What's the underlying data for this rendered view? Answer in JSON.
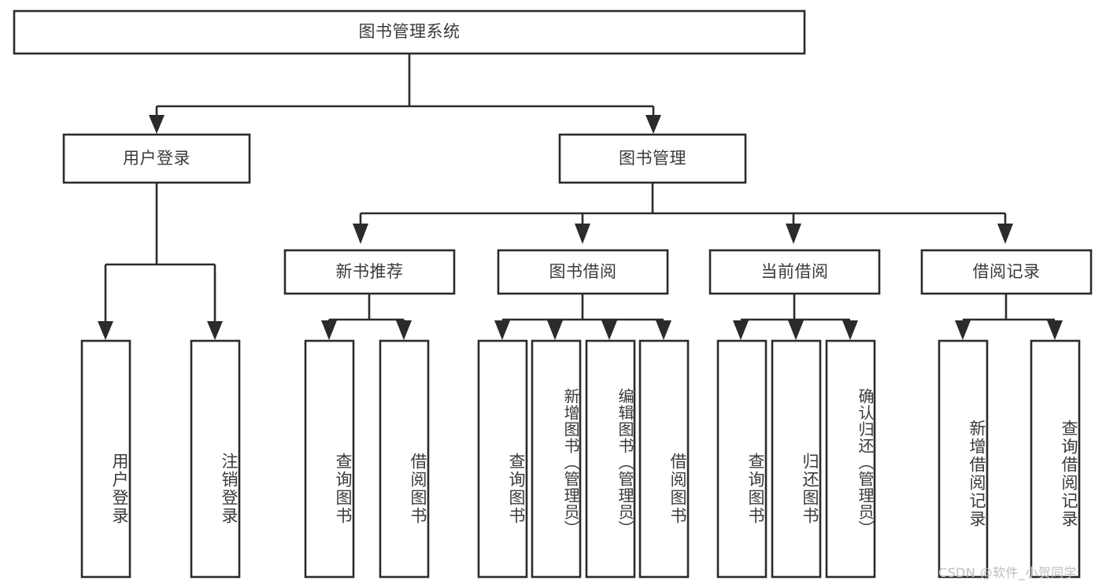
{
  "diagram": {
    "type": "tree",
    "title": "图书管理系统",
    "watermark": "CSDN @软件_小贺同学",
    "colors": {
      "stroke": "#2b2b2b",
      "fill": "#ffffff",
      "text": "#3a3a3a",
      "watermark": "#bdbdbd"
    },
    "root": {
      "label": "图书管理系统"
    },
    "level1": [
      {
        "label": "用户登录"
      },
      {
        "label": "图书管理"
      }
    ],
    "level2": [
      {
        "label": "新书推荐"
      },
      {
        "label": "图书借阅"
      },
      {
        "label": "当前借阅"
      },
      {
        "label": "借阅记录"
      }
    ],
    "leaves": {
      "user_login": [
        {
          "label": "用户登录"
        },
        {
          "label": "注销登录"
        }
      ],
      "new_book": [
        {
          "label": "查询图书"
        },
        {
          "label": "借阅图书"
        }
      ],
      "book_borrow": [
        {
          "label": "查询图书"
        },
        {
          "label": "新增图书（管理员）"
        },
        {
          "label": "编辑图书（管理员）"
        },
        {
          "label": "借阅图书"
        }
      ],
      "current_borrow": [
        {
          "label": "查询图书"
        },
        {
          "label": "归还图书"
        },
        {
          "label": "确认归还（管理员）"
        }
      ],
      "borrow_record": [
        {
          "label": "新增借阅记录"
        },
        {
          "label": "查询借阅记录"
        }
      ]
    }
  }
}
